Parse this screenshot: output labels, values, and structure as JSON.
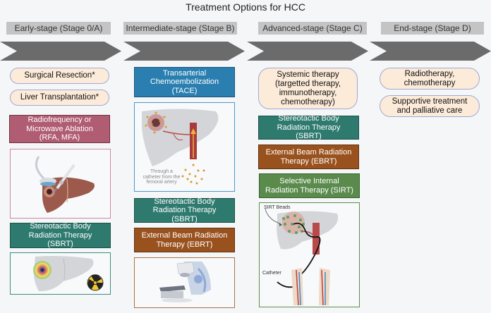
{
  "title": "Treatment Options for HCC",
  "stages": [
    {
      "label": "Early-stage (Stage 0/A)"
    },
    {
      "label": "Intermediate-stage (Stage B)"
    },
    {
      "label": "Advanced-stage (Stage C)"
    },
    {
      "label": "End-stage (Stage D)"
    }
  ],
  "colors": {
    "stage_bar": "#c4c4c4",
    "arrow": "#6b6b6b",
    "pill_fill": "#fcebd9",
    "pill_border": "#9fa9d6",
    "rfa": "#b05c73",
    "sbrt": "#2e7a6e",
    "tace": "#2a7fb0",
    "ebrt": "#99521e",
    "sirt": "#5a8a4c"
  },
  "early": {
    "surgical_resection": "Surgical Resection*",
    "liver_transplantation": "Liver Transplantation*",
    "rfa": "Radiofrequency or\nMicrowave Ablation\n(RFA, MFA)",
    "sbrt": "Stereotactic Body\nRadiation Therapy (SBRT)",
    "rfa_image": "liver-ablation-illustration",
    "sbrt_image": "liver-radiation-target-illustration"
  },
  "intermediate": {
    "tace": "Transarterial\nChemoembolization\n(TACE)",
    "tace_caption": "Through a\ncatheter from the\nfemoral artery",
    "sbrt": "Stereotactic Body\nRadiation Therapy (SBRT)",
    "ebrt": "External Beam Radiation\nTherapy (EBRT)",
    "ebrt_image": "linear-accelerator-illustration"
  },
  "advanced": {
    "systemic": "Systemic therapy\n(targetted therapy,\nimmunotherapy,\nchemotherapy)",
    "sbrt": "Stereotactic Body\nRadiation Therapy (SBRT)",
    "ebrt": "External Beam Radiation\nTherapy (EBRT)",
    "sirt": "Selective Internal\nRadiation Therapy (SIRT)",
    "sirt_beads_label": "SIRT Beads",
    "catheter_label": "Catheter"
  },
  "end": {
    "radio_chemo": "Radiotherapy,\nchemotherapy",
    "supportive": "Supportive treatment\nand palliative care"
  }
}
